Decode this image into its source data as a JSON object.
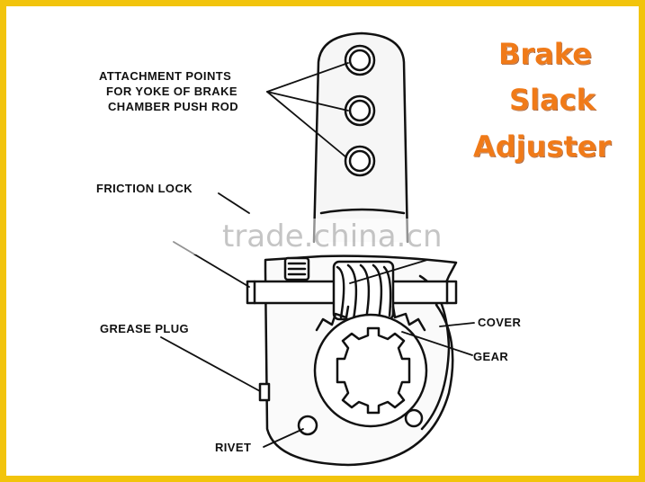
{
  "title": {
    "line1": "Brake",
    "line2": "Slack",
    "line3": "Adjuster",
    "color": "#f07a18"
  },
  "labels": {
    "attachment_1": "ATTACHMENT POINTS",
    "attachment_2": "FOR YOKE OF BRAKE",
    "attachment_3": "CHAMBER PUSH ROD",
    "friction_lock": "FRICTION LOCK",
    "grease_plug": "GREASE PLUG",
    "cover": "COVER",
    "gear": "GEAR",
    "rivet": "RIVET"
  },
  "watermark": "trade.china.cn",
  "colors": {
    "frame": "#f2c40c"
  }
}
